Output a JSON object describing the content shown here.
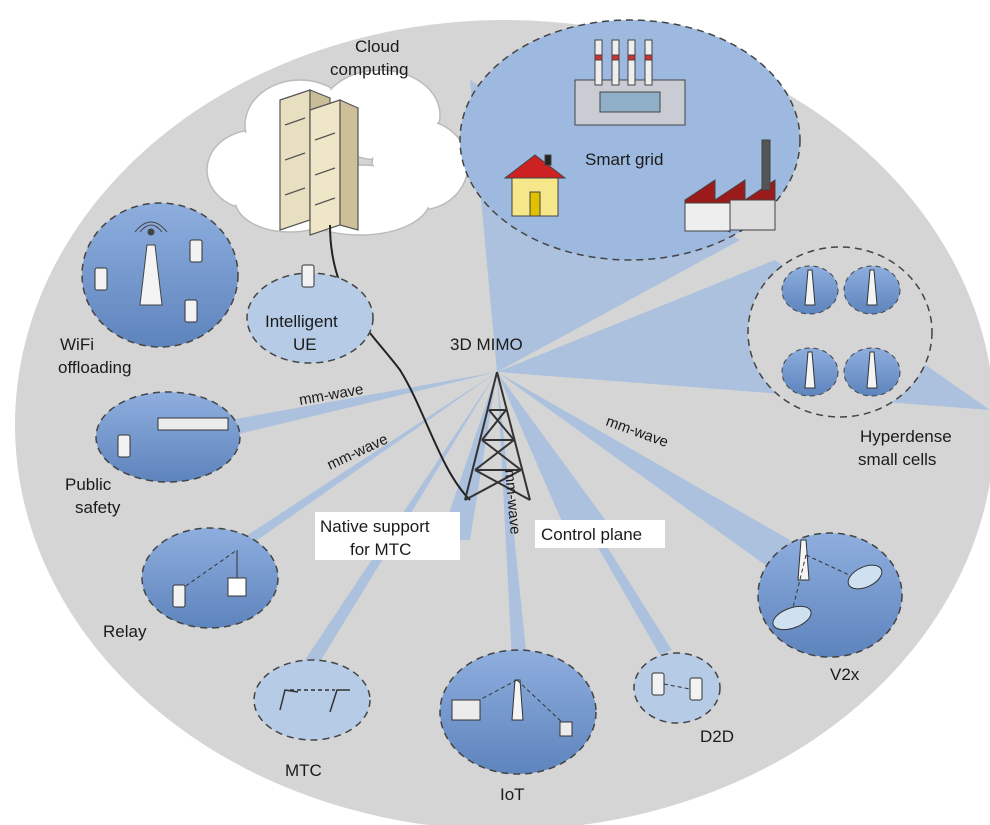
{
  "labels": {
    "cloud": [
      "Cloud",
      "computing"
    ],
    "smart_grid": "Smart grid",
    "intelligent_ue": [
      "Intelligent",
      "UE"
    ],
    "wifi": [
      "WiFi",
      "offloading"
    ],
    "mimo": "3D MIMO",
    "public_safety": [
      "Public",
      "safety"
    ],
    "hyperdense": [
      "Hyperdense",
      "small cells"
    ],
    "relay": "Relay",
    "native_mtc": [
      "Native support",
      "for MTC"
    ],
    "control_plane": "Control plane",
    "v2x": "V2x",
    "mtc": "MTC",
    "iot": "IoT",
    "d2d": "D2D",
    "mm_wave": "mm-wave"
  },
  "colors": {
    "background_ellipse": "#d5d5d5",
    "beam": "#a9c0de",
    "cell_fill": "#6f93c8",
    "cell_fill_light": "#b5cbe6",
    "grid_fill": "#9db9df",
    "tower": "#333333"
  }
}
